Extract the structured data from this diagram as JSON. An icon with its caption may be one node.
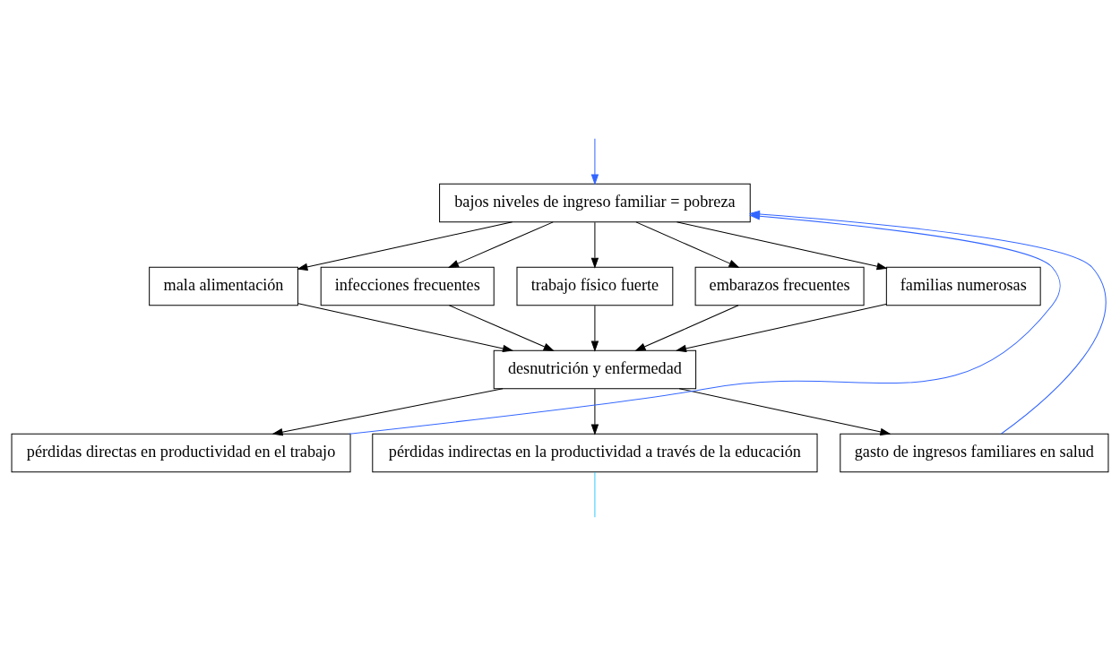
{
  "diagram": {
    "nodes": [
      {
        "text": [
          "bajos niveles de ingreso familiar = pobreza"
        ]
      },
      {
        "text": [
          "mala alimentación"
        ]
      },
      {
        "text": [
          "infecciones frecuentes"
        ]
      },
      {
        "text": [
          "trabajo físico fuerte"
        ]
      },
      {
        "text": [
          "embarazos frecuentes"
        ]
      },
      {
        "text": [
          "familias numerosas"
        ]
      },
      {
        "text": [
          "desnutrición y enfermedad"
        ]
      },
      {
        "text": [
          "pérdidas directas en productividad en el trabajo"
        ]
      },
      {
        "text": [
          "pérdidas indirectas en la productividad a través de la educación"
        ]
      },
      {
        "text": [
          "gasto de ingresos familiares en salud"
        ]
      }
    ],
    "edges": [
      {
        "from": 0,
        "to": 1,
        "arrow": "to"
      },
      {
        "from": 0,
        "to": 2,
        "arrow": "to"
      },
      {
        "from": 0,
        "to": 3,
        "arrow": "to"
      },
      {
        "from": 0,
        "to": 4,
        "arrow": "to"
      },
      {
        "from": 0,
        "to": 5,
        "arrow": "to"
      },
      {
        "from": 1,
        "to": 6,
        "arrow": "to"
      },
      {
        "from": 2,
        "to": 6,
        "arrow": "to"
      },
      {
        "from": 3,
        "to": 6,
        "arrow": "to"
      },
      {
        "from": 4,
        "to": 6,
        "arrow": "to"
      },
      {
        "from": 5,
        "to": 6,
        "arrow": "to"
      },
      {
        "from": 6,
        "to": 7,
        "arrow": "to"
      },
      {
        "from": 6,
        "to": 8,
        "arrow": "to"
      },
      {
        "from": 6,
        "to": 9,
        "arrow": "to"
      },
      {
        "from": 7,
        "to": 0,
        "arrow": "to",
        "color": "#3366ff"
      },
      {
        "from": 9,
        "to": 0,
        "arrow": "to",
        "color": "#3366ff"
      },
      {
        "from": null,
        "to": 0,
        "arrow": "to",
        "color": "#3366ff"
      },
      {
        "from": 8,
        "to": null,
        "arrow": "none",
        "color": "#33ccff"
      }
    ]
  }
}
